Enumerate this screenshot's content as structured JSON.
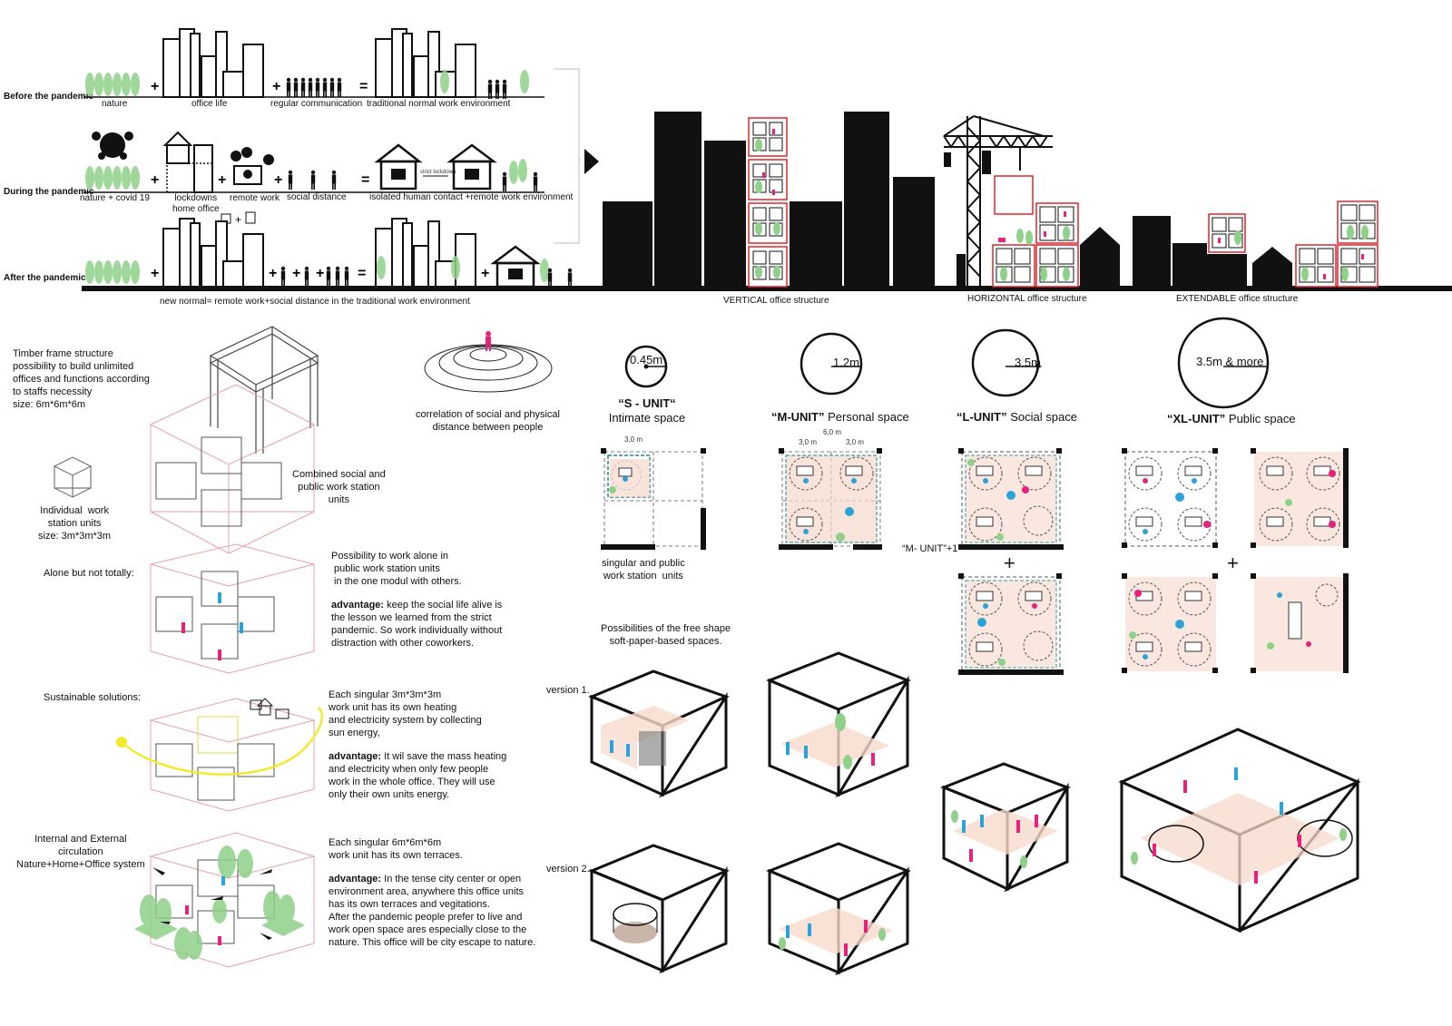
{
  "timeline": {
    "rows": [
      {
        "label": "Before the pandemic"
      },
      {
        "label": "During the pandemic"
      },
      {
        "label": "After  the pandemic"
      }
    ],
    "before": {
      "nature": "nature",
      "office": "office life",
      "comm": "regular communication",
      "result": "traditional normal work environment"
    },
    "during": {
      "nature": "nature + covid 19",
      "lockdown": "lockdowns\nhome office",
      "remote": "remote work",
      "distance": "social distance",
      "result": "isolated human contact +remote work environment",
      "arrow_label": "strict lockdown"
    },
    "after": {
      "caption": "new normal= remote work+social distance in the traditional work environment"
    }
  },
  "skyline": {
    "vertical": "VERTICAL  office structure",
    "horizontal": "HORIZONTAL  office structure",
    "extendable": "EXTENDABLE  office structure"
  },
  "left_column": {
    "timber": "Timber frame structure\npossibility to build unlimited\noffices and functions according\nto staffs necessity\nsize: 6m*6m*6m",
    "individual": "Individual  work\nstation units\nsize: 3m*3m*3m",
    "combined": "Combined social and\npublic work station\nunits",
    "alone_title": "Alone but not totally:",
    "alone_text": "Possibility to work alone in\n public work station units\n in the one modul with others.",
    "alone_adv_label": "advantage:",
    "alone_adv": " keep the social life alive is the lesson we learned from the strict pandemic. So work individually without distraction with other coworkers.",
    "sustain_title": "Sustainable solutions:",
    "sustain_text": "Each singular 3m*3m*3m\nwork unit has its own heating\nand electricity system by collecting\nsun energy,",
    "sustain_adv_label": "advantage:",
    "sustain_adv": " It wil save the mass heating and electricity when only few people work in the whole office. They will use only their own units energy.",
    "circ_title": "Internal and External\ncirculation\nNature+Home+Office system",
    "circ_text": "Each singular 6m*6m*6m\nwork unit has its own terraces.",
    "circ_adv_label": "advantage:",
    "circ_adv": " In the tense city center or open environment area, anywhere this office units has its own terraces and vegitations.\nAfter the  pandemic people prefer to live and work open space ares especially close to the nature. This office will be city escape to nature."
  },
  "distance": {
    "caption": "correlation of social and physical\ndistance between people"
  },
  "units": [
    {
      "radius": "0.45m",
      "name": "“S - UNIT“",
      "desc": "Intimate space"
    },
    {
      "radius": "1.2m",
      "name": "“M-UNIT”",
      "desc": "  Personal space"
    },
    {
      "radius": "3.5m",
      "name": "“L-UNIT”",
      "desc": " Social space"
    },
    {
      "radius": "3.5m & more",
      "name": "“XL-UNIT”",
      "desc": " Public space"
    }
  ],
  "plans": {
    "s_caption": "singular and public\nwork station  units",
    "dim_3m": "3,0 m",
    "dim_6m": "6,0 m",
    "m_plus": "“M- UNIT”+1",
    "plus": "+"
  },
  "versions": {
    "caption": "Possibilities of the free shape\nsoft-paper-based spaces.",
    "v1": "version 1.",
    "v2": "version 2."
  },
  "colors": {
    "pink": "#e8217c",
    "blue": "#29a3d8",
    "green": "#8fd18a",
    "red": "#e0262c",
    "floor": "#f7d9cc"
  }
}
